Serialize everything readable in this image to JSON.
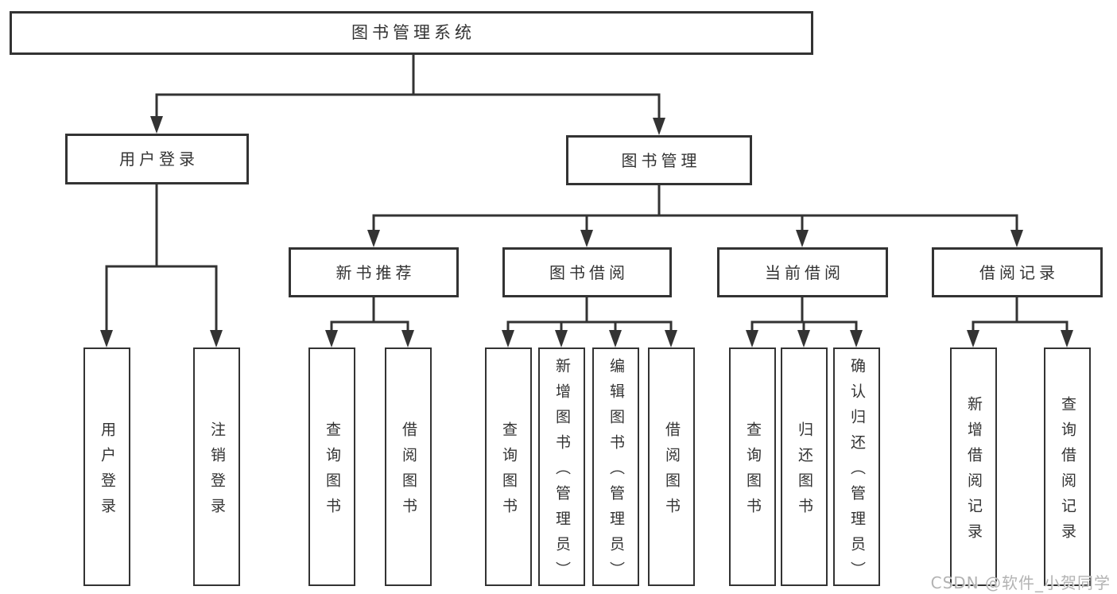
{
  "diagram": {
    "root": {
      "label": "图书管理系统"
    },
    "branches": [
      {
        "label": "用户登录",
        "children": [
          {
            "label": "用户登录"
          },
          {
            "label": "注销登录"
          }
        ]
      },
      {
        "label": "图书管理",
        "sections": [
          {
            "label": "新书推荐",
            "children": [
              {
                "label": "查询图书"
              },
              {
                "label": "借阅图书"
              }
            ]
          },
          {
            "label": "图书借阅",
            "children": [
              {
                "label": "查询图书"
              },
              {
                "label": "新增图书（管理员）"
              },
              {
                "label": "编辑图书（管理员）"
              },
              {
                "label": "借阅图书"
              }
            ]
          },
          {
            "label": "当前借阅",
            "children": [
              {
                "label": "查询图书"
              },
              {
                "label": "归还图书"
              },
              {
                "label": "确认归还（管理员）"
              }
            ]
          },
          {
            "label": "借阅记录",
            "children": [
              {
                "label": "新增借阅记录"
              },
              {
                "label": "查询借阅记录"
              }
            ]
          }
        ]
      }
    ],
    "watermark": {
      "text": "CSDN @软件_小贺同学"
    },
    "colors": {
      "line": "#333333",
      "text": "#333333",
      "box_fill": "#ffffff",
      "watermark": "#b3b3b3"
    }
  }
}
